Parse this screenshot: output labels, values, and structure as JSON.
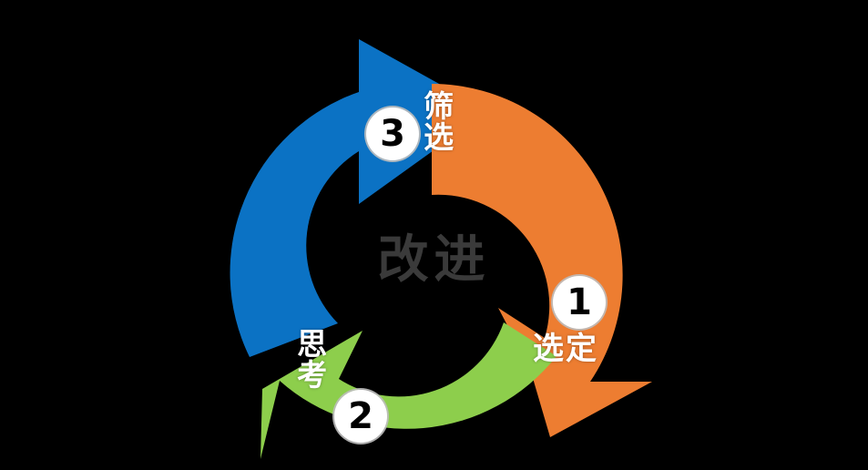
{
  "background_color": "#000000",
  "center": {
    "text": "改进",
    "color": "#3a3a3a"
  },
  "colors": {
    "step1_orange": "#ED7D31",
    "step2_green": "#8DCE4C",
    "step3_blue": "#0B72C4",
    "badge_fill": "#FFFFFF",
    "badge_text": "#000000",
    "label_text": "#FFFFFF",
    "background": "#000000"
  },
  "steps": [
    {
      "number": "1",
      "label": "选定",
      "color": "#ED7D31",
      "orientation": "horizontal"
    },
    {
      "number": "2",
      "label": "思考",
      "color": "#8DCE4C",
      "orientation": "vertical"
    },
    {
      "number": "3",
      "label": "筛选",
      "color": "#0B72C4",
      "orientation": "vertical"
    }
  ],
  "chart_data": {
    "type": "diagram",
    "subtype": "circular-cycle-arrows",
    "title": "改进",
    "segment_count": 3,
    "direction": "clockwise",
    "segments": [
      {
        "number": "1",
        "label": "选定",
        "color": "#ED7D31",
        "start_deg": -78,
        "end_deg": 60
      },
      {
        "number": "2",
        "label": "思考",
        "color": "#8DCE4C",
        "start_deg": 42,
        "end_deg": 182
      },
      {
        "number": "3",
        "label": "筛选",
        "color": "#0B72C4",
        "start_deg": 162,
        "end_deg": 300
      }
    ]
  }
}
